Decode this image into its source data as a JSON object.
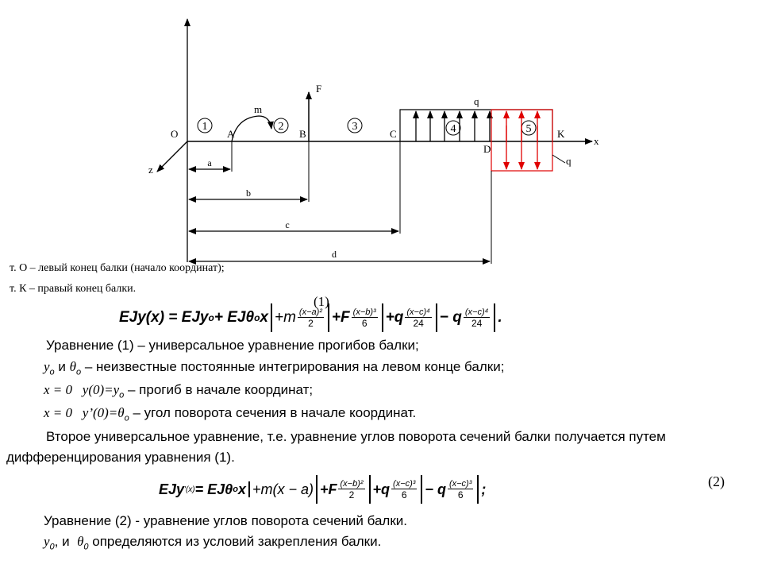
{
  "diagram": {
    "points": {
      "O": "O",
      "A": "A",
      "B": "B",
      "C": "C",
      "D": "D",
      "K": "K"
    },
    "axes": {
      "x": "x",
      "z": "z"
    },
    "loads": {
      "force": "F",
      "moment": "m",
      "q_top": "q",
      "q_bottom": "q"
    },
    "dims": {
      "a": "a",
      "b": "b",
      "c": "c",
      "d": "d"
    },
    "sections": [
      "1",
      "2",
      "3",
      "4",
      "5"
    ],
    "colors": {
      "line": "#000000",
      "red_load": "#e00000"
    }
  },
  "text": {
    "point_o": "т. О – левый конец балки (начало координат);",
    "point_k": "т. К – правый конец балки.",
    "eq1_number": "(1)",
    "eq2_number": "(2)",
    "p1": "Уравнение (1) –  универсальное уравнение прогибов балки;",
    "p2_sym": "y",
    "p2_sub": "o",
    "p2_and": " и ",
    "p2_theta": "θ",
    "p2_theta_sub": "o",
    "p2_rest": " – неизвестные постоянные интегрирования на левом конце балки;",
    "p3_math": "x = 0   y(0)=y",
    "p3_sub": "o",
    "p3_rest": " – прогиб в начале координат;",
    "p4_math": "x = 0   y’(0)=θ",
    "p4_sub": "o",
    "p4_rest": " – угол поворота сечения в начале координат.",
    "p5_line1": "Второе универсальное уравнение, т.е. уравнение углов поворота сечений балки получается путем",
    "p5_line2": "дифференцирования уравнения (1).",
    "p6": "Уравнение (2) - уравнение углов поворота сечений балки.",
    "p7_y": "y",
    "p7_y_sub": "0",
    "p7_sep": ", и  ",
    "p7_theta": "θ",
    "p7_theta_sub": "0",
    "p7_rest": " определяются из условий закрепления балки."
  },
  "eq1": {
    "lhs": "EJy(x) = EJy",
    "lhs_sub": "o",
    "term_theta": " + EJθ",
    "term_theta_sub": "o",
    "term_x": " x",
    "t1_sign": "+m",
    "t1_num": "(x−a)²",
    "t1_den": "2",
    "t2_sign": "+F",
    "t2_num": "(x−b)³",
    "t2_den": "6",
    "t3_sign": "+q",
    "t3_num": "(x−c)⁴",
    "t3_den": "24",
    "t4_sign": "− q",
    "t4_num": "(x−c)⁴",
    "t4_den": "24",
    "end": "."
  },
  "eq2": {
    "lhs": "EJy",
    "lhs_sup": "'(x)",
    "rhs": " = EJθ",
    "rhs_sub": "o",
    "term_x": " x",
    "t1": "+m(x − a)",
    "t2_sign": "+F",
    "t2_num": "(x−b)²",
    "t2_den": "2",
    "t3_sign": "+q",
    "t3_num": "(x−c)³",
    "t3_den": "6",
    "t4_sign": "− q",
    "t4_num": "(x−c)³",
    "t4_den": "6",
    "end": ";"
  }
}
